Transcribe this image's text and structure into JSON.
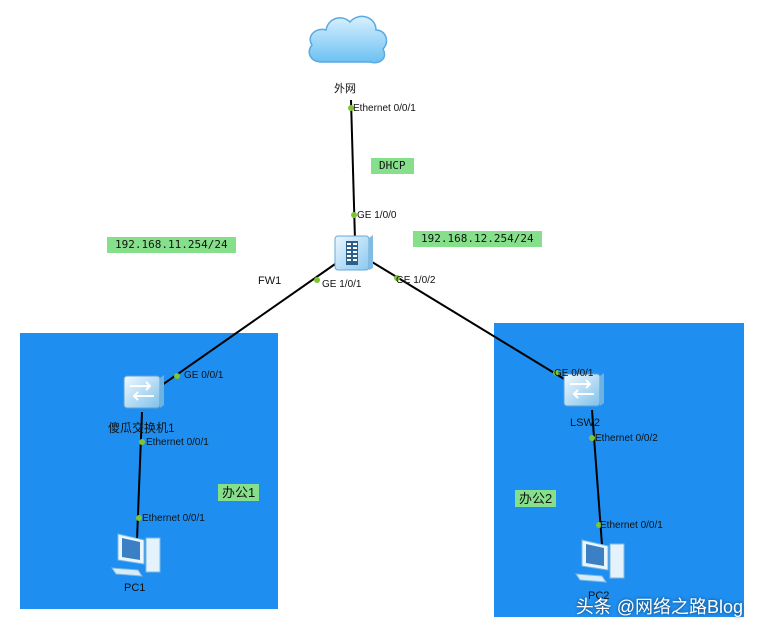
{
  "devices": {
    "cloud": {
      "name": "外网",
      "port": "Ethernet 0/0/1"
    },
    "firewall": {
      "name": "FW1",
      "port_up": "GE 1/0/0",
      "port_left": "GE 1/0/1",
      "port_right": "GE 1/0/2"
    },
    "switch1": {
      "name": "傻瓜交换机1",
      "port_up": "GE 0/0/1",
      "port_down": "Ethernet 0/0/1"
    },
    "switch2": {
      "name": "LSW2",
      "port_up": "GE 0/0/1",
      "port_down": "Ethernet 0/0/2"
    },
    "pc1": {
      "name": "PC1",
      "port": "Ethernet 0/0/1"
    },
    "pc2": {
      "name": "PC2",
      "port": "Ethernet 0/0/1"
    }
  },
  "notes": {
    "dhcp": "DHCP",
    "left_subnet": "192.168.11.254/24",
    "right_subnet": "192.168.12.254/24"
  },
  "zones": {
    "office1": "办公1",
    "office2": "办公2"
  },
  "watermark": "头条 @网络之路Blog",
  "colors": {
    "zone": "#1e8ff0",
    "note": "#86e08b",
    "port_dot": "#7cc532"
  }
}
